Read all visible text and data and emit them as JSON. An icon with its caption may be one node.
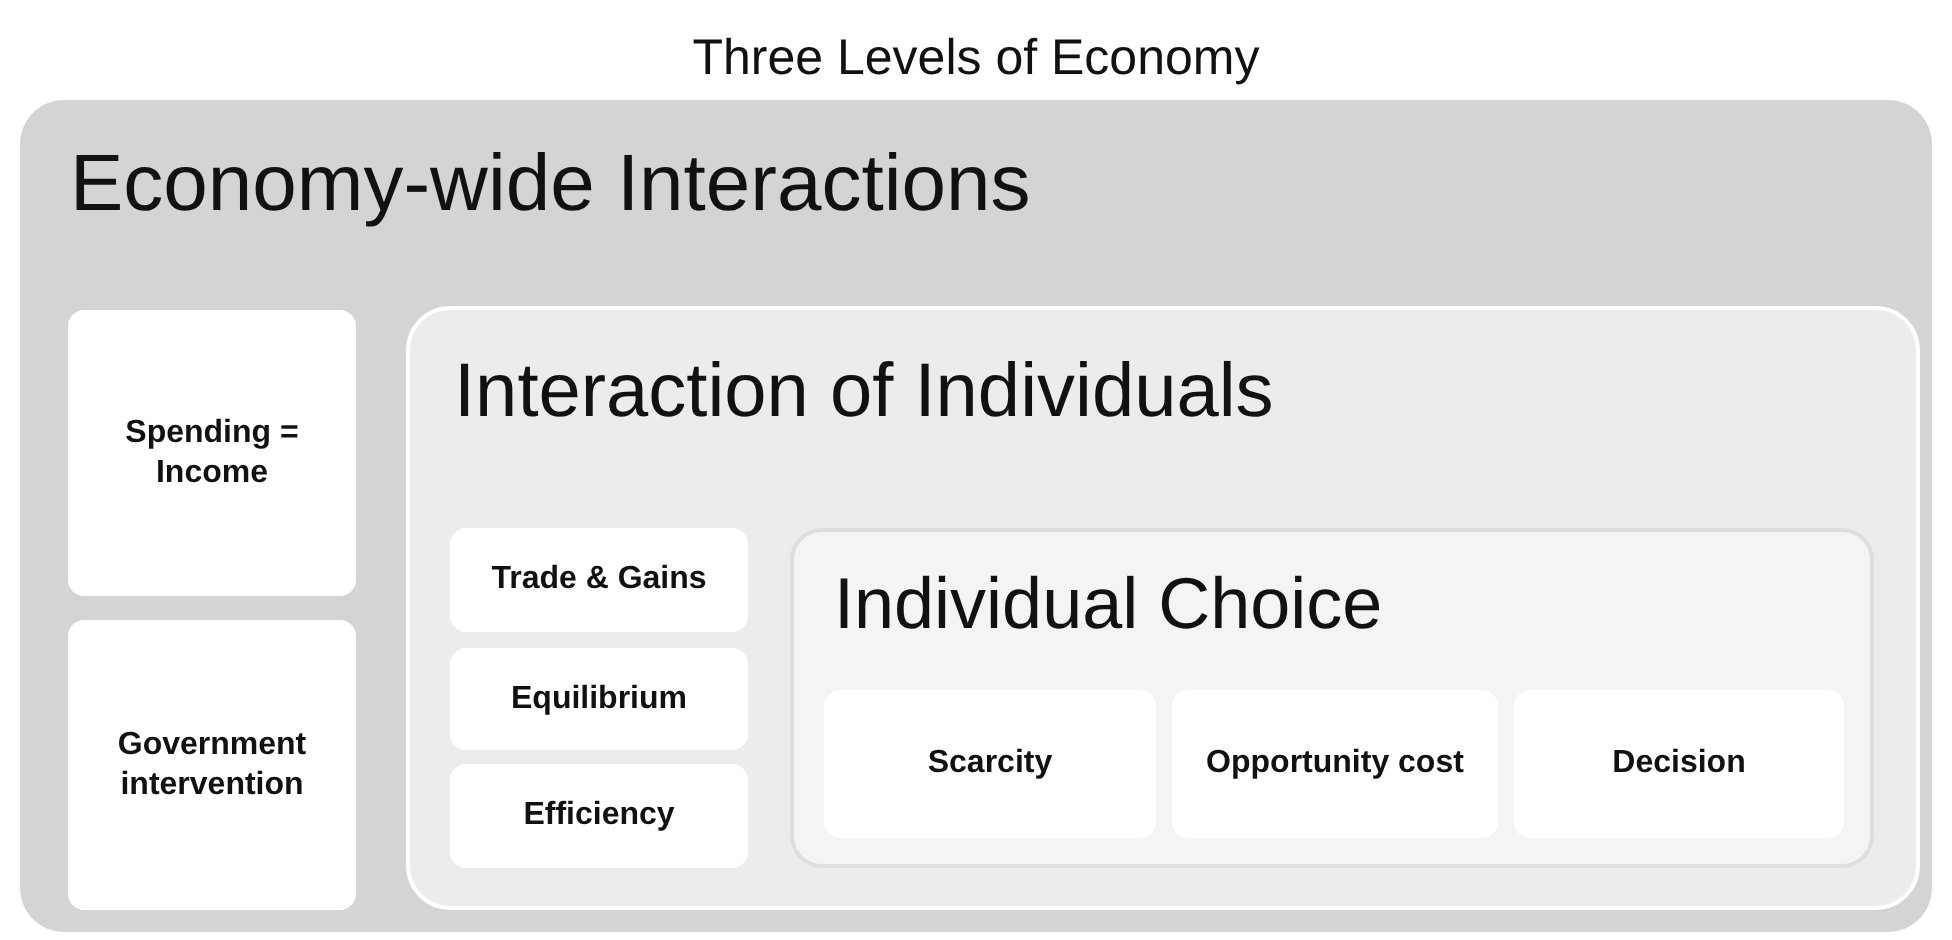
{
  "diagram": {
    "title": "Three Levels of Economy",
    "nodes": [
      {
        "text": [
          "Economy-wide Interactions"
        ]
      },
      {
        "text": [
          "Spending = Income"
        ],
        "in": 0
      },
      {
        "text": [
          "Government intervention"
        ],
        "in": 0
      },
      {
        "text": [
          "Interaction of Individuals"
        ],
        "in": 0
      },
      {
        "text": [
          "Trade & Gains"
        ],
        "in": 3
      },
      {
        "text": [
          "Equilibrium"
        ],
        "in": 3
      },
      {
        "text": [
          "Efficiency"
        ],
        "in": 3
      },
      {
        "text": [
          "Individual Choice"
        ],
        "in": 3
      },
      {
        "text": [
          "Scarcity"
        ],
        "in": 7
      },
      {
        "text": [
          "Opportunity cost"
        ],
        "in": 7
      },
      {
        "text": [
          "Decision"
        ],
        "in": 7
      }
    ]
  }
}
